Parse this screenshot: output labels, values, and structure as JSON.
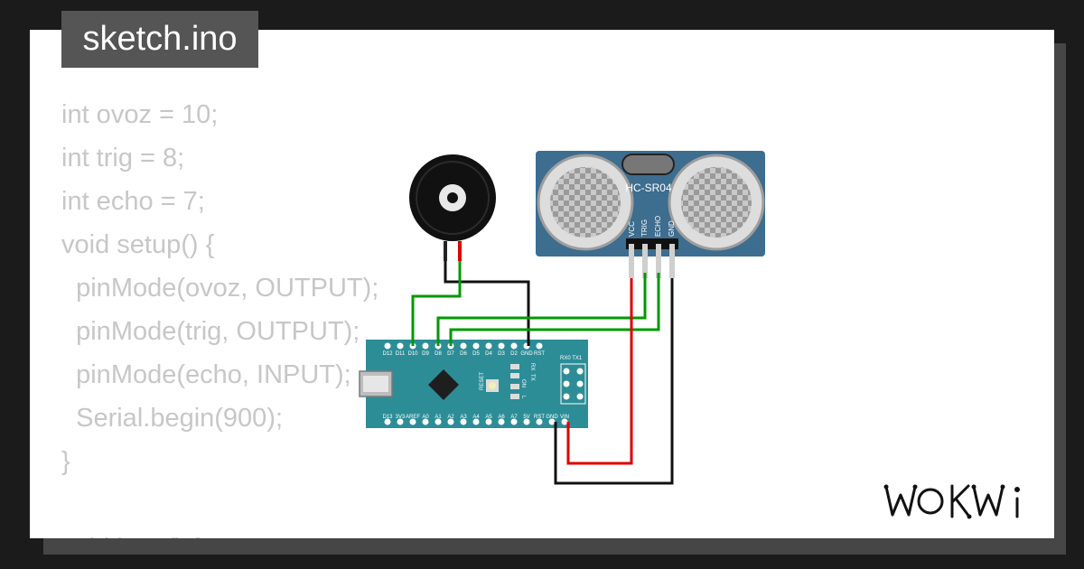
{
  "file_title": "sketch.ino",
  "code_lines": [
    "int ovoz = 10;",
    "int trig = 8;",
    "int echo = 7;",
    "void setup() {",
    "  pinMode(ovoz, OUTPUT);",
    "  pinMode(trig, OUTPUT);",
    "  pinMode(echo, INPUT);",
    "  Serial.begin(900);",
    "}",
    "",
    "void loop() {"
  ],
  "sensor": {
    "label": "HC-SR04",
    "pins": [
      "VCC",
      "TRIG",
      "ECHO",
      "GND"
    ]
  },
  "board": {
    "top_pins": [
      "D12",
      "D11",
      "D10",
      "D9",
      "D8",
      "D7",
      "D6",
      "D5",
      "D4",
      "D3",
      "D2",
      "GND",
      "RST"
    ],
    "bottom_pins": [
      "D13",
      "3V3",
      "AREF",
      "A0",
      "A1",
      "A2",
      "A3",
      "A4",
      "A5",
      "A6",
      "A7",
      "5V",
      "RST",
      "GND",
      "VIN"
    ],
    "reset_label": "RESET",
    "led_labels": [
      "TX",
      "RX",
      "ON",
      "L"
    ],
    "serial_label": "RX0 TX1"
  },
  "brand": "WOKWi",
  "colors": {
    "board": "#2c8d97",
    "sensor": "#3d6d8f",
    "wire_green": "#009900",
    "wire_red": "#dd0000",
    "wire_black": "#111111"
  }
}
